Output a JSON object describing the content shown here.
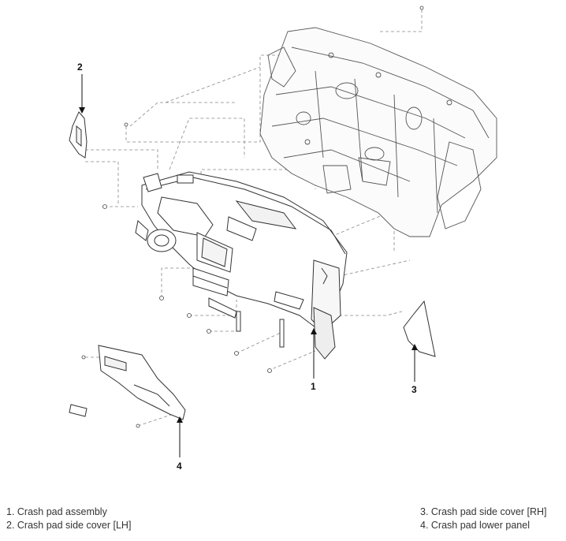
{
  "callouts": {
    "c1": "1",
    "c2": "2",
    "c3": "3",
    "c4": "4"
  },
  "legend": {
    "item1": "1. Crash pad assembly",
    "item2": "2. Crash pad side cover [LH]",
    "item3": "3. Crash pad side cover [RH]",
    "item4": "4. Crash pad lower panel"
  }
}
